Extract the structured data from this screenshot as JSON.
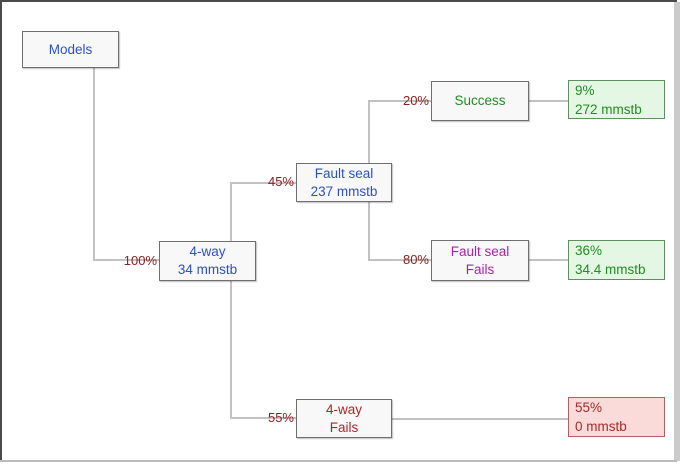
{
  "tree": {
    "root": {
      "label": "Models"
    },
    "nodes": {
      "four_way": {
        "line1": "4-way",
        "line2": "34 mmstb",
        "branch_prob": "100%"
      },
      "fault_seal": {
        "line1": "Fault seal",
        "line2": "237 mmstb",
        "branch_prob": "45%"
      },
      "success": {
        "line1": "Success",
        "branch_prob": "20%"
      },
      "fault_seal_fails": {
        "line1": "Fault seal",
        "line2": "Fails",
        "branch_prob": "80%"
      },
      "four_way_fails": {
        "line1": "4-way",
        "line2": "Fails",
        "branch_prob": "55%"
      }
    },
    "results": {
      "success": {
        "percent": "9%",
        "volume": "272 mmstb",
        "status": "positive"
      },
      "fault_seal_fails": {
        "percent": "36%",
        "volume": "34.4 mmstb",
        "status": "positive"
      },
      "four_way_fails": {
        "percent": "55%",
        "volume": "0 mmstb",
        "status": "negative"
      }
    },
    "colors": {
      "node_text_blue": "#2c50c8",
      "probability_label": "#8b2020",
      "success_green": "#218c21",
      "fail_magenta": "#aa22aa",
      "fail_red": "#a52a2a",
      "result_positive_bg": "#e4f7e4",
      "result_positive_border": "#5f8f5f",
      "result_negative_bg": "#fbdada",
      "result_negative_border": "#b06060",
      "connector": "#c2c2c2",
      "node_fill": "#f8f8f8",
      "node_border": "#6f6f6f"
    }
  }
}
